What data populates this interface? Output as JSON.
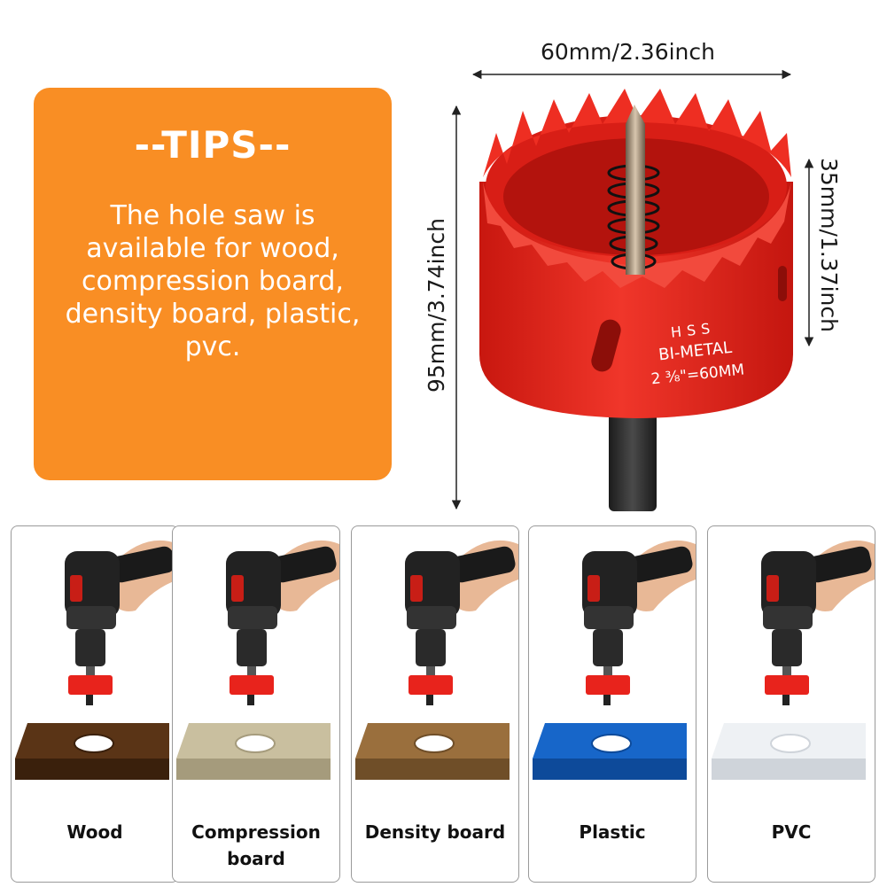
{
  "tips": {
    "title": "--TIPS--",
    "lines": [
      "The hole saw is",
      "available for wood,",
      "compression board,",
      "density board, plastic,",
      "pvc."
    ]
  },
  "dimensions": {
    "width": "60mm/2.36inch",
    "height": "95mm/3.74inch",
    "depth": "35mm/1.37inch"
  },
  "product_markings": {
    "line1": "HSS",
    "line2": "BI-METAL",
    "line3": "2 ⅜\"=60MM"
  },
  "materials": [
    {
      "label_lines": [
        "Wood"
      ],
      "color": "#5a3416",
      "edge": "#3a200c"
    },
    {
      "label_lines": [
        "Compression",
        "board"
      ],
      "color": "#c9bf9f",
      "edge": "#a59b7c"
    },
    {
      "label_lines": [
        "Density board"
      ],
      "color": "#9a6f3d",
      "edge": "#6f4e28"
    },
    {
      "label_lines": [
        "Plastic"
      ],
      "color": "#1766c9",
      "edge": "#0d4a9a"
    },
    {
      "label_lines": [
        "PVC"
      ],
      "color": "#eef1f4",
      "edge": "#cfd4da"
    }
  ],
  "colors": {
    "tips_panel": "#f98e24",
    "saw_red": "#e8231c",
    "saw_dark": "#b8140f"
  }
}
